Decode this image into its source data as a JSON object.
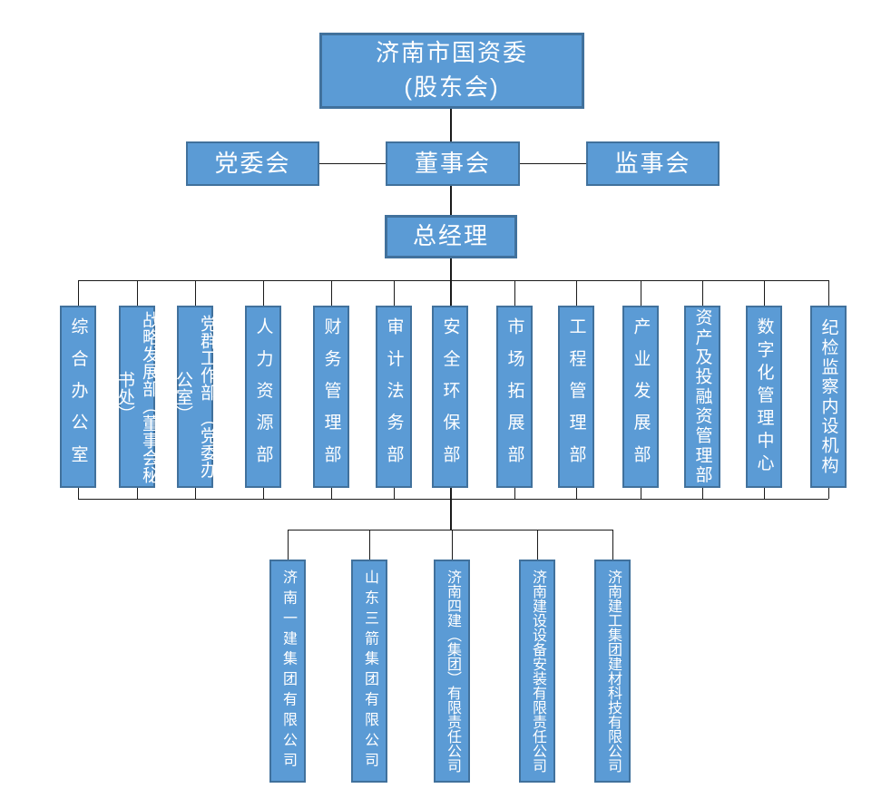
{
  "colors": {
    "node_fill": "#5b9bd5",
    "node_border": "#41719c",
    "connector": "#1a1a1a",
    "node_text": "#ffffff",
    "background": "#ffffff"
  },
  "org": {
    "root": {
      "line1": "济南市国资委",
      "line2": "(股东会)"
    },
    "governance": {
      "party_committee": "党委会",
      "board_of_directors": "董事会",
      "supervisory_board": "监事会"
    },
    "general_manager": "总经理",
    "departments": [
      "综合办公室",
      "战略发展部（董事会秘书处）",
      "党群工作部　（党委办公室）",
      "人力资源部",
      "财务管理部",
      "审计法务部",
      "安全环保部",
      "市场拓展部",
      "工程管理部",
      "产业发展部",
      "资产及投融资管理部",
      "数字化管理中心",
      "纪检监察内设机构"
    ],
    "subsidiaries": [
      "济南一建集团有限公司",
      "山东三箭集团有限公司",
      "济南四建（集团）有限责任公司",
      "济南建设设备安装有限责任公司",
      "济南建工集团建材科技有限公司"
    ]
  }
}
